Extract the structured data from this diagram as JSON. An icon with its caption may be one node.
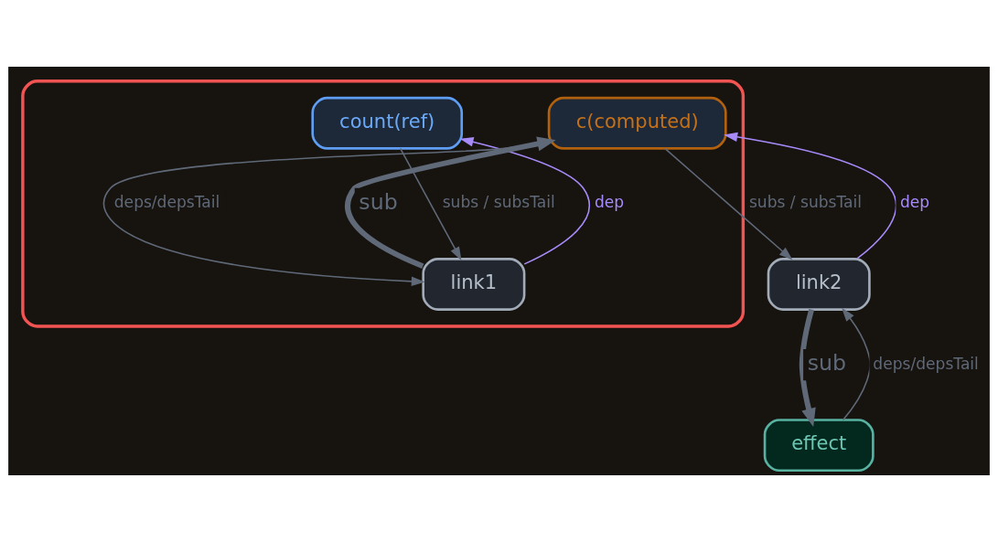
{
  "diagram": {
    "nodes": [
      {
        "text": [],
        "shape": "loop"
      },
      {
        "text": [
          "count(ref)"
        ],
        "in": 0
      },
      {
        "text": [
          "link1"
        ],
        "in": 0
      },
      {
        "text": [
          "c(computed)"
        ],
        "in": 0
      },
      {
        "text": [
          "link2"
        ]
      },
      {
        "text": [
          "effect"
        ]
      }
    ],
    "edges": [
      {
        "from": 1,
        "to": 2,
        "arrow": "to",
        "label": "subs / subsTail"
      },
      {
        "from": 2,
        "to": 1,
        "arrow": "to",
        "label": "dep",
        "color": "#a78bfa"
      },
      {
        "from": 3,
        "to": 2,
        "arrow": "to",
        "label": "deps/depsTail"
      },
      {
        "from": 2,
        "to": 3,
        "arrow": "to",
        "label": "sub",
        "style": "thick"
      },
      {
        "from": 3,
        "to": 4,
        "arrow": "to",
        "label": "subs / subsTail"
      },
      {
        "from": 4,
        "to": 3,
        "arrow": "to",
        "label": "dep",
        "color": "#a78bfa"
      },
      {
        "from": 4,
        "to": 5,
        "arrow": "to",
        "label": "sub",
        "style": "thick"
      },
      {
        "from": 5,
        "to": 4,
        "arrow": "to",
        "label": "deps/depsTail"
      }
    ]
  }
}
